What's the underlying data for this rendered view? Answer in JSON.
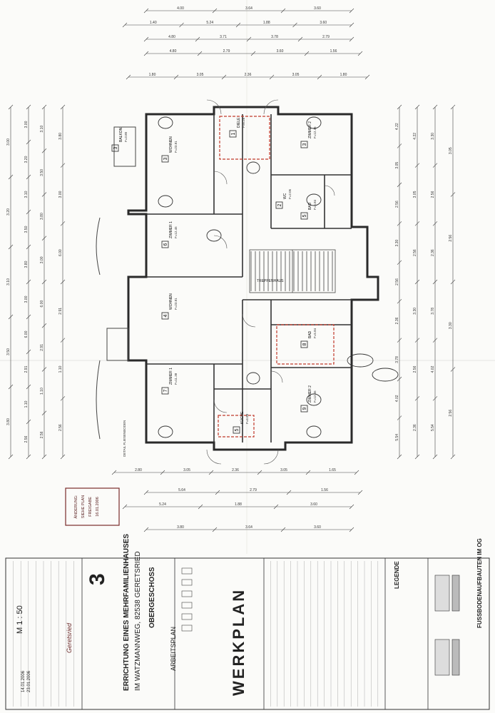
{
  "plan": {
    "dims_top_row1": [
      "4.00",
      "3.64",
      "3.60"
    ],
    "dims_top_row2": [
      "1.40",
      "5.24",
      "1.88",
      "3.60"
    ],
    "dims_top_row3": [
      "4.80",
      "3.71",
      "3.78",
      "2.79"
    ],
    "dims_top_row4": [
      "4.80",
      "2.79",
      "3.60",
      "1.56"
    ],
    "dims_top_row5": [
      "1.80",
      "3.05",
      "2.36",
      "3.05",
      "1.80"
    ],
    "dims_bottom_row1": [
      "2.80",
      "3.05",
      "2.36",
      "3.05",
      "1.65"
    ],
    "dims_bottom_row2": [
      "5.64",
      "2.79",
      "1.56"
    ],
    "dims_bottom_row3": [
      "5.24",
      "1.88",
      "3.60"
    ],
    "dims_bottom_row4": [
      "3.80",
      "3.64",
      "3.60"
    ],
    "dims_left": [
      "3.00",
      "3.20",
      "3.10",
      "3.50",
      "3.80",
      "3.00",
      "6.00",
      "2.91",
      "1.10",
      "2.56"
    ],
    "dims_right": [
      "4.22",
      "3.05",
      "2.56",
      "3.30",
      "2.56",
      "2.36",
      "3.78",
      "4.02",
      "5.54"
    ],
    "rooms": [
      {
        "no": "3",
        "label": "WOHNEN",
        "sub": "F=23.81"
      },
      {
        "no": "6",
        "label": "ZIMMER 1",
        "sub": "F=12.45"
      },
      {
        "no": "1",
        "label": "DIELE",
        "sub": "F=6.28"
      },
      {
        "no": "2",
        "label": "WC",
        "sub": "F=2.05"
      },
      {
        "no": "5",
        "label": "BAD",
        "sub": "F=5.84"
      },
      {
        "no": "3",
        "label": "ZIMMER 2",
        "sub": "F=12.45"
      },
      {
        "no": "4",
        "label": "WOHNEN",
        "sub": "F=23.81"
      },
      {
        "no": "7",
        "label": "ZIMMER 1",
        "sub": "F=11.38"
      },
      {
        "no": "8",
        "label": "BAD",
        "sub": "F=5.84"
      },
      {
        "no": "5",
        "label": "KÜCHE",
        "sub": "F=6.88"
      },
      {
        "no": "9",
        "label": "ZIMMER 2",
        "sub": "F=12.45"
      },
      {
        "no": "3",
        "label": "BALKON",
        "sub": "F=3.80"
      }
    ],
    "stair_label": "TREPPENHAUS",
    "note_stamp": [
      "ÄNDERUNG:",
      "SIEHE PLAN",
      "FREIGABE",
      "16.01.2006"
    ],
    "detail_note": "DETAIL FLIESENBODEN"
  },
  "titleblock": {
    "big_title": "WERKPLAN",
    "project_line1": "ERRICHTUNG EINES MEHRFAMILIENHAUSES",
    "project_line2": "IM WATZMANNWEG, 82538 GERETSRIED",
    "plan_number": "3",
    "floor": "OBERGESCHOSS",
    "scale": "M 1 : 50",
    "trade": "ARBEITSPLAN",
    "legend_title": "LEGENDE",
    "section_title": "FUSSBODENAUFBAUTEN IM OG",
    "signature": "Geretsried",
    "dates": [
      "14.01.2006",
      "23.01.2006"
    ]
  }
}
